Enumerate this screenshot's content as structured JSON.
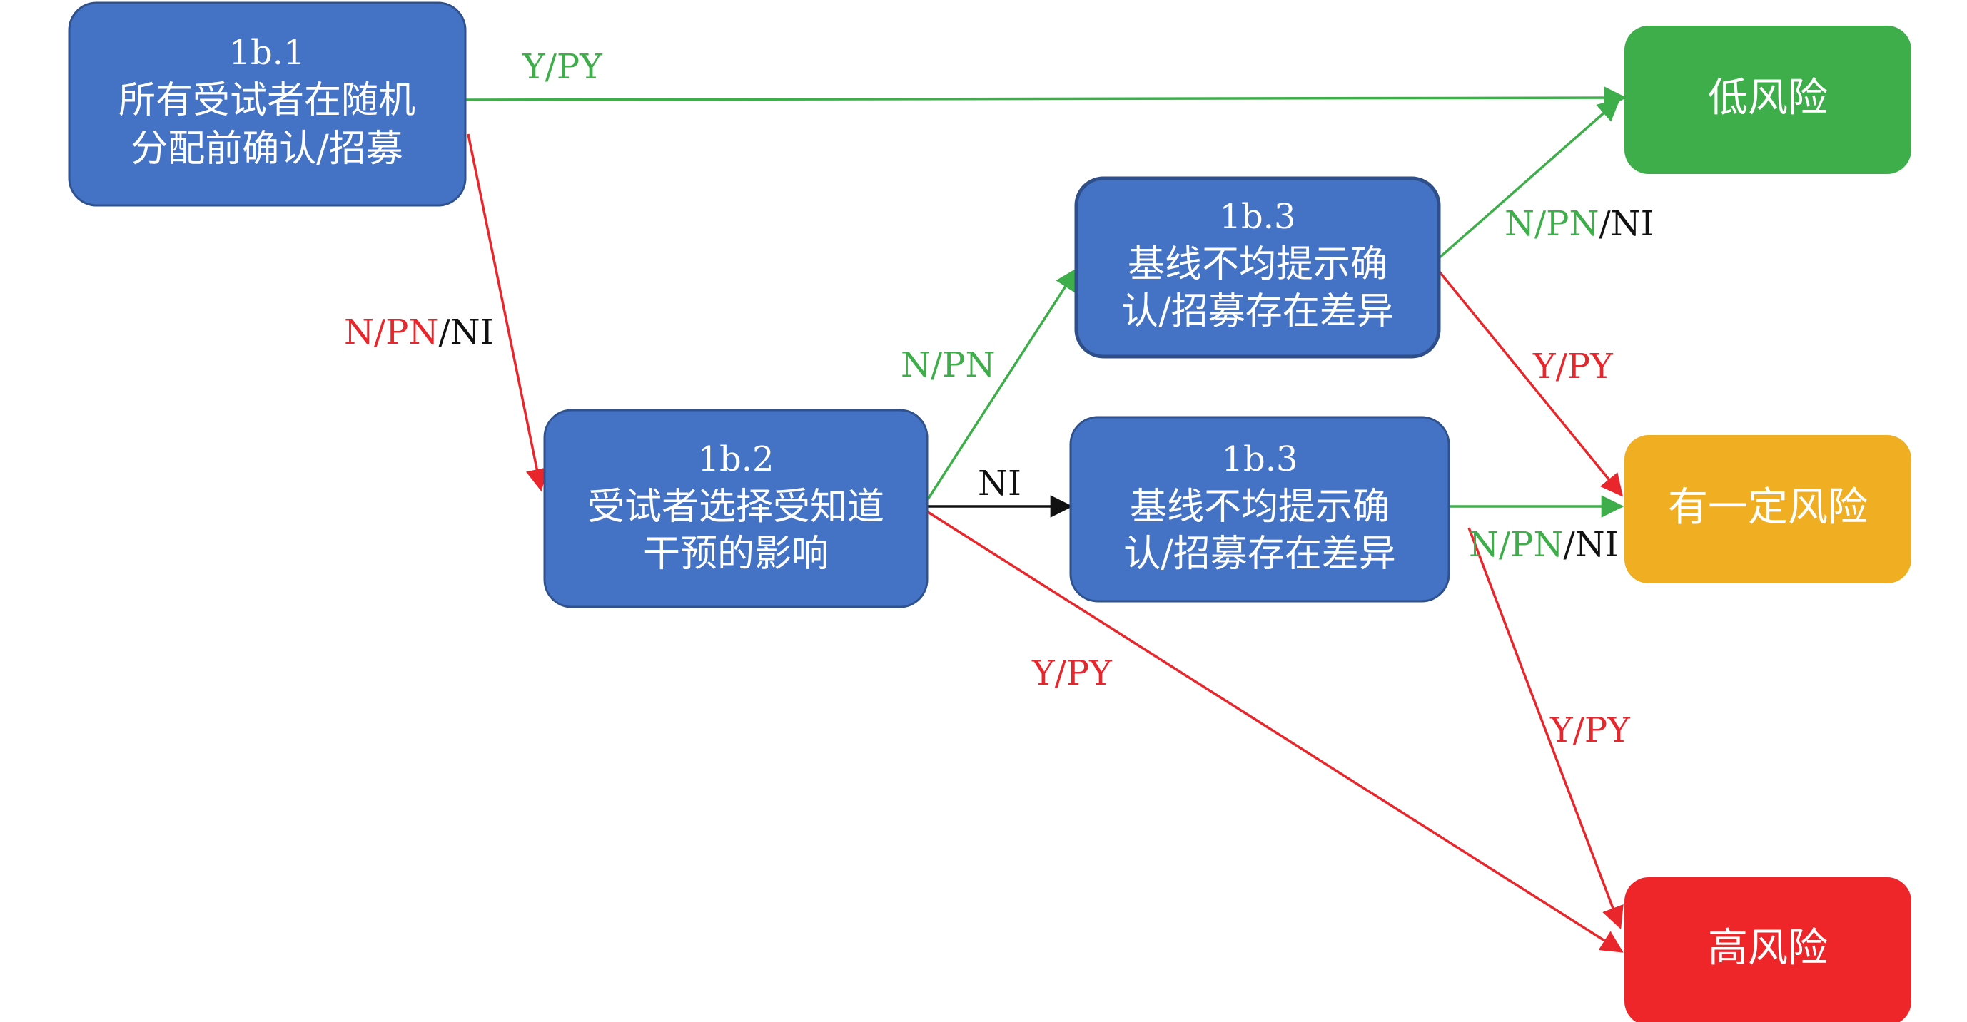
{
  "colors": {
    "blue_node": "#4472C4",
    "blue_border": "#2F528F",
    "low_risk": "#3DAE49",
    "some_risk": "#F0AE22",
    "high_risk": "#EE2529",
    "green_arrow": "#3DAE49",
    "red_arrow": "#E8262C",
    "black_arrow": "#111111",
    "white_text": "#FFFFFF"
  },
  "nodes": {
    "q1b1": {
      "id": "1b.1",
      "line1": "所有受试者在随机",
      "line2": "分配前确认/招募"
    },
    "q1b2": {
      "id": "1b.2",
      "line1": "受试者选择受知道",
      "line2": "干预的影响"
    },
    "q1b3_top": {
      "id": "1b.3",
      "line1": "基线不均提示确",
      "line2": "认/招募存在差异"
    },
    "q1b3_mid": {
      "id": "1b.3",
      "line1": "基线不均提示确",
      "line2": "认/招募存在差异"
    },
    "low_risk": {
      "label": "低风险"
    },
    "some_risk": {
      "label": "有一定风险"
    },
    "high_risk": {
      "label": "高风险"
    }
  },
  "edge_labels": {
    "e1_ypy": "Y/PY",
    "e2_npn": "N/PN",
    "e2_ni": "/NI",
    "e3_npn": "N/PN",
    "e4_ni": "NI",
    "e5_ypy": "Y/PY",
    "e6_npn": "N/PN",
    "e6_ni": "/NI",
    "e7_ypy": "Y/PY",
    "e8_npn": "N/PN",
    "e8_ni": "/NI",
    "e9_ypy": "Y/PY"
  }
}
